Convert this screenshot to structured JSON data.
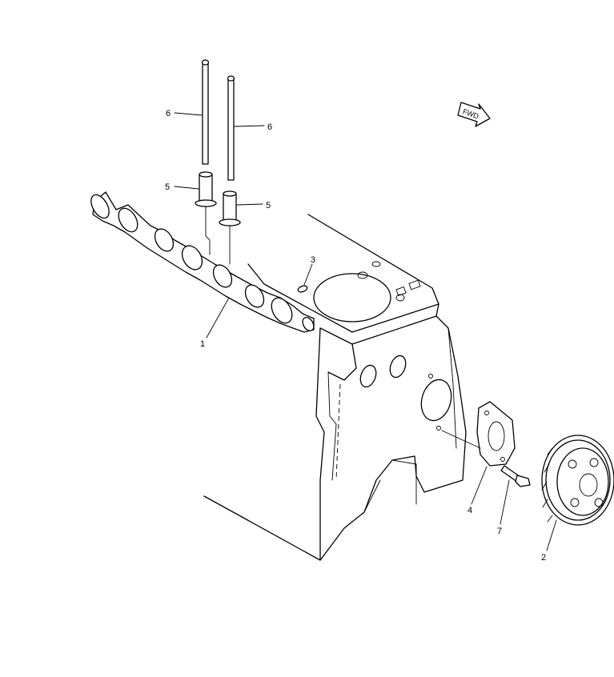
{
  "fwd_label": "FWD",
  "callouts": {
    "camshaft": "1",
    "timing_gear": "2",
    "key": "3",
    "thrust_plate": "4",
    "tappet_left": "5",
    "tappet_right": "5",
    "push_rod_left": "6",
    "push_rod_right": "6",
    "bolt": "7"
  }
}
